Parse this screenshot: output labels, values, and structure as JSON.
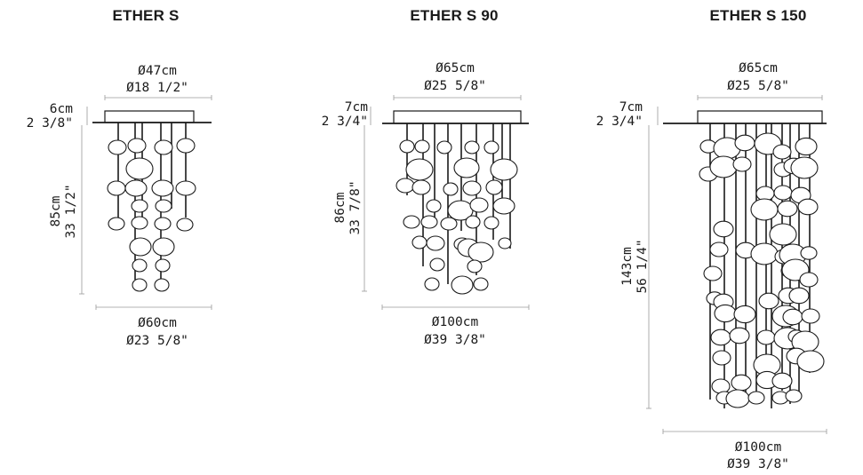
{
  "lamps": [
    {
      "title": "ETHER S",
      "top_diameter_cm": "Ø47cm",
      "top_diameter_in": "Ø18 1/2\"",
      "canopy_height_cm": "6cm",
      "canopy_height_in": "2 3/8\"",
      "drop_cm": "85cm",
      "drop_in": "33 1/2\"",
      "bottom_diameter_cm": "Ø60cm",
      "bottom_diameter_in": "Ø23 5/8\""
    },
    {
      "title": "ETHER S 90",
      "top_diameter_cm": "Ø65cm",
      "top_diameter_in": "Ø25 5/8\"",
      "canopy_height_cm": "7cm",
      "canopy_height_in": "2 3/4\"",
      "drop_cm": "86cm",
      "drop_in": "33 7/8\"",
      "bottom_diameter_cm": "Ø100cm",
      "bottom_diameter_in": "Ø39 3/8\""
    },
    {
      "title": "ETHER S 150",
      "top_diameter_cm": "Ø65cm",
      "top_diameter_in": "Ø25 5/8\"",
      "canopy_height_cm": "7cm",
      "canopy_height_in": "2 3/4\"",
      "drop_cm": "143cm",
      "drop_in": "56 1/4\"",
      "bottom_diameter_cm": "Ø100cm",
      "bottom_diameter_in": "Ø39 3/8\""
    }
  ],
  "colors": {
    "line": "#1a1a1a",
    "dim_line": "#9a9a9a",
    "glass_fill": "#ffffff"
  }
}
